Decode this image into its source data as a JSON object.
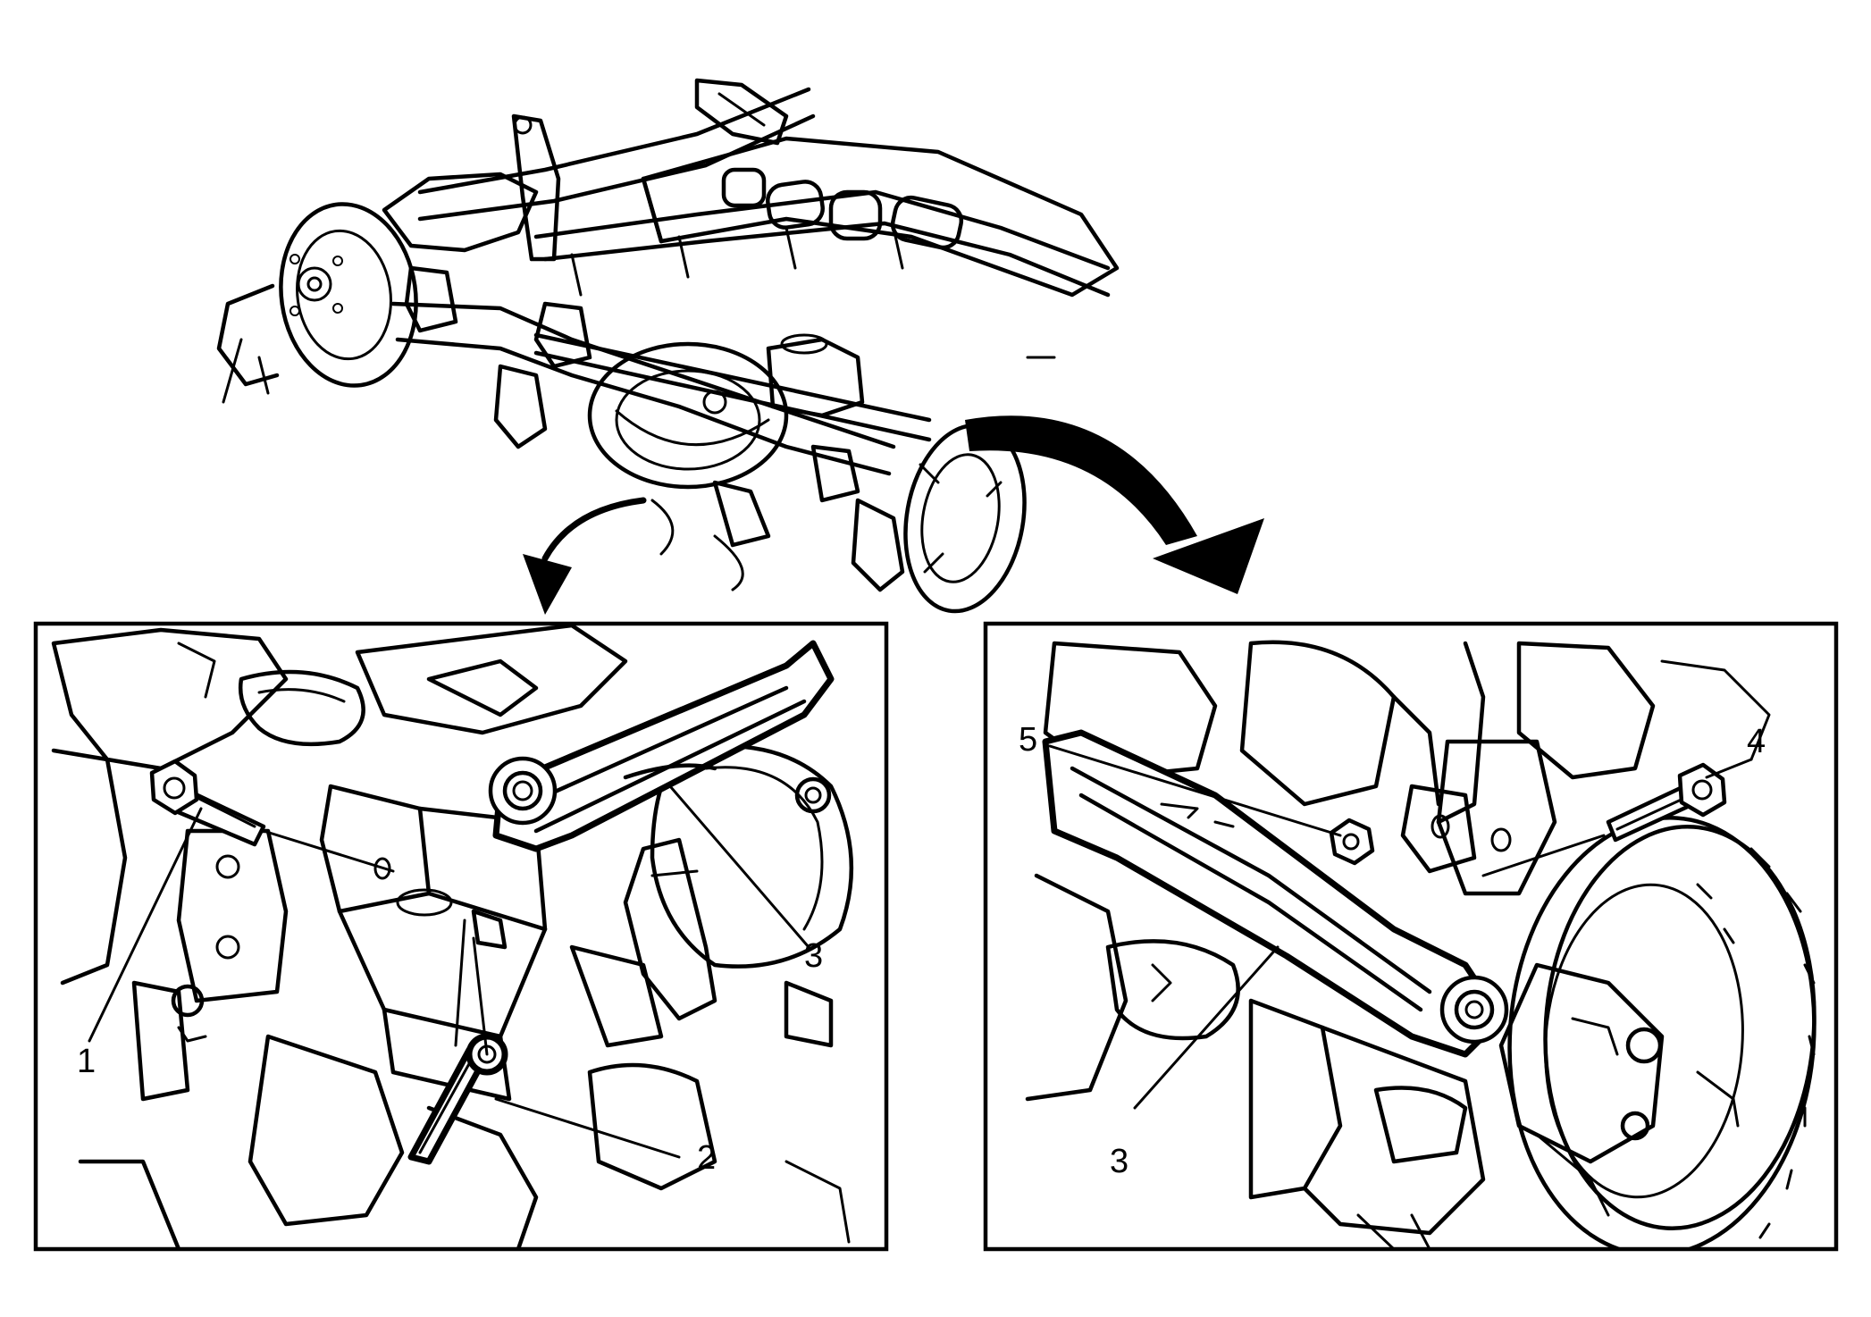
{
  "callouts": {
    "left_panel": [
      "1",
      "2",
      "3"
    ],
    "right_panel": [
      "5",
      "4",
      "3"
    ]
  },
  "icons": {
    "overview": "rear-axle-assembly-illustration",
    "arrow": "curved-arrow-down-icon",
    "bolt": "bolt-icon",
    "nut": "nut-icon",
    "wrench": "wrench-icon",
    "control_arm": "lower-control-arm-icon",
    "rotor": "brake-rotor-icon"
  }
}
